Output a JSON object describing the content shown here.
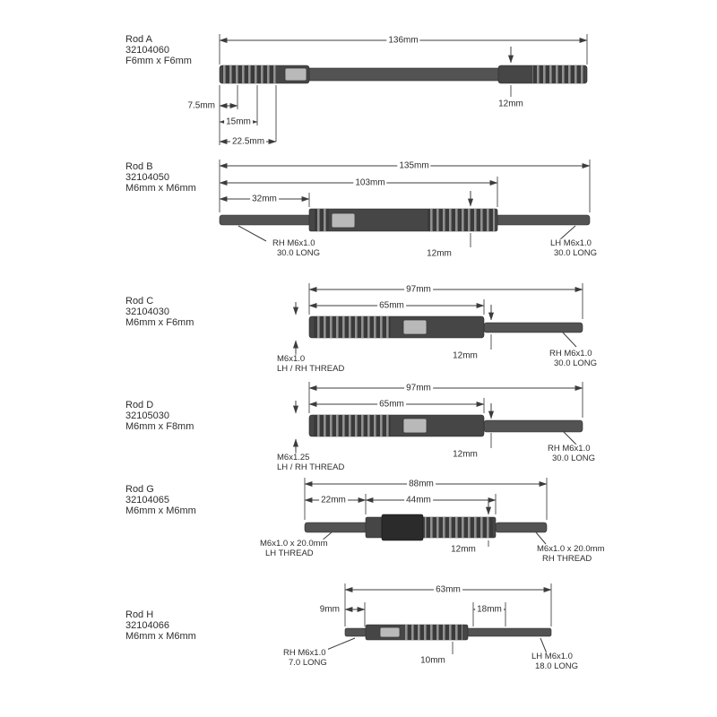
{
  "rods": [
    {
      "name": "Rod A",
      "part_number": "32104060",
      "thread_spec": "F6mm x F6mm",
      "dims": {
        "overall": "136mm",
        "offset_1": "7.5mm",
        "offset_2": "15mm",
        "offset_3": "22.5mm",
        "diameter": "12mm"
      }
    },
    {
      "name": "Rod B",
      "part_number": "32104050",
      "thread_spec": "M6mm x M6mm",
      "dims": {
        "overall": "135mm",
        "body": "103mm",
        "left_offset": "32mm",
        "diameter": "12mm"
      },
      "notes": {
        "left_line1": "RH M6x1.0",
        "left_line2": "30.0 LONG",
        "right_line1": "LH M6x1.0",
        "right_line2": "30.0 LONG"
      }
    },
    {
      "name": "Rod C",
      "part_number": "32104030",
      "thread_spec": "M6mm x F6mm",
      "dims": {
        "overall": "97mm",
        "body": "65mm",
        "diameter": "12mm"
      },
      "notes": {
        "left_line1": "M6x1.0",
        "left_line2": "LH / RH THREAD",
        "right_line1": "RH M6x1.0",
        "right_line2": "30.0 LONG"
      }
    },
    {
      "name": "Rod D",
      "part_number": "32105030",
      "thread_spec": "M6mm x F8mm",
      "dims": {
        "overall": "97mm",
        "body": "65mm",
        "diameter": "12mm"
      },
      "notes": {
        "left_line1": "M6x1.25",
        "left_line2": "LH / RH THREAD",
        "right_line1": "RH M6x1.0",
        "right_line2": "30.0 LONG"
      }
    },
    {
      "name": "Rod G",
      "part_number": "32104065",
      "thread_spec": "M6mm x M6mm",
      "dims": {
        "overall": "88mm",
        "left_shaft": "22mm",
        "body": "44mm",
        "diameter": "12mm"
      },
      "notes": {
        "left_line1": "M6x1.0 x 20.0mm",
        "left_line2": "LH THREAD",
        "right_line1": "M6x1.0 x 20.0mm",
        "right_line2": "RH THREAD"
      }
    },
    {
      "name": "Rod H",
      "part_number": "32104066",
      "thread_spec": "M6mm x M6mm",
      "dims": {
        "overall": "63mm",
        "left_offset": "9mm",
        "right_offset": "18mm",
        "diameter": "10mm"
      },
      "notes": {
        "left_line1": "RH M6x1.0",
        "left_line2": "7.0 LONG",
        "right_line1": "LH M6x1.0",
        "right_line2": "18.0 LONG"
      }
    }
  ],
  "palette": {
    "rod_body": "#464646",
    "rod_shaft": "#535353",
    "ridge_light": "#919191",
    "adjuster": "#b9b9b9",
    "line": "#3c3c3c"
  }
}
